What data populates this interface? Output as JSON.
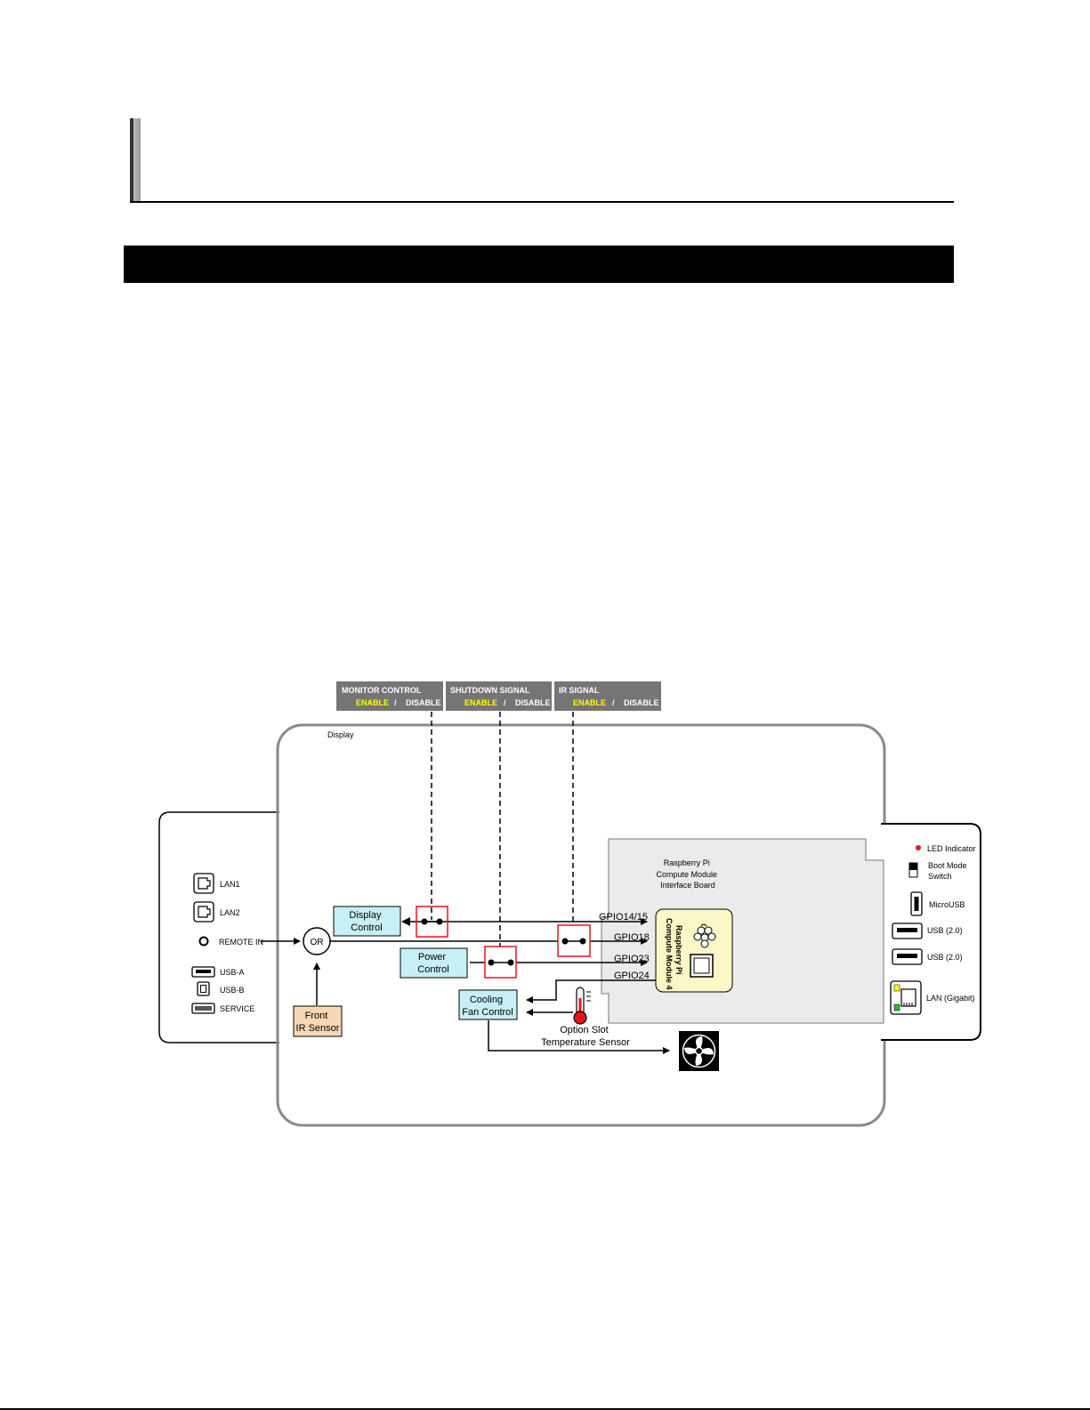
{
  "switches": [
    {
      "title": "MONITOR CONTROL",
      "enable": "ENABLE",
      "sep": "/",
      "disable": "DISABLE"
    },
    {
      "title": "SHUTDOWN SIGNAL",
      "enable": "ENABLE",
      "sep": "/",
      "disable": "DISABLE"
    },
    {
      "title": "IR SIGNAL",
      "enable": "ENABLE",
      "sep": "/",
      "disable": "DISABLE"
    }
  ],
  "display_label": "Display",
  "left_panel": {
    "lan1": "LAN1",
    "lan2": "LAN2",
    "remote_in": "REMOTE IN",
    "usb3a": "USB-A",
    "usb3b": "USB-B",
    "service": "SERVICE"
  },
  "or_gate": "OR",
  "front_ir": [
    "Front",
    "IR Sensor"
  ],
  "display_control": [
    "Display",
    "Control"
  ],
  "power_control": [
    "Power",
    "Control"
  ],
  "cooling_fan": [
    "Cooling",
    "Fan Control"
  ],
  "temp_sensor": [
    "Option Slot",
    "Temperature Sensor"
  ],
  "interface_board": [
    "Raspberry Pi",
    "Compute Module",
    "Interface Board"
  ],
  "cm4": [
    "Raspberry Pi",
    "Compute Module 4"
  ],
  "gpio": [
    "GPIO14/15",
    "GPIO18",
    "GPIO23",
    "GPIO24"
  ],
  "right_panel": {
    "led": "LED Indicator",
    "boot": [
      "Boot Mode",
      "Switch"
    ],
    "microusb": "MicroUSB",
    "usb1": "USB (2.0)",
    "usb2": "USB (2.0)",
    "lan": "LAN (Gigabit)"
  },
  "colors": {
    "accent_yellow": "#ffff00",
    "switch_bg": "#757575",
    "control_box": "#c6f0f5",
    "sensor_box": "#f9d7b5",
    "cm4_box": "#fbf7c6",
    "board_bg": "#ebebeb",
    "switch_frame": "#e8141b"
  }
}
